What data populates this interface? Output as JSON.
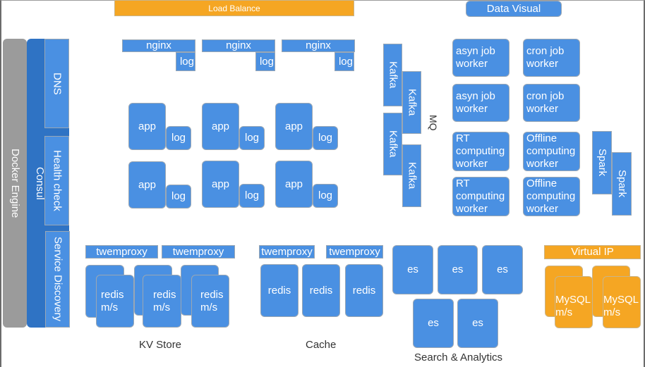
{
  "top": {
    "load_balance": "Load Balance",
    "data_visual": "Data Visual"
  },
  "infra": {
    "docker_engine": "Docker Engine",
    "consul": "Consul",
    "dns": "DNS",
    "health_check": "Health check",
    "service_discovery": "Service Discovery"
  },
  "web": {
    "nginx": "nginx",
    "log": "log",
    "app": "app"
  },
  "mq": {
    "label": "MQ",
    "kafka": "Kafka"
  },
  "workers": {
    "asyn": "asyn job worker",
    "cron": "cron job worker",
    "rt": "RT computing worker",
    "offline": "Offline computing worker",
    "spark": "Spark"
  },
  "kv_store": {
    "label": "KV Store",
    "proxy": "twemproxy",
    "node": "redis m/s"
  },
  "cache": {
    "label": "Cache",
    "proxy": "twemproxy",
    "node": "redis"
  },
  "search": {
    "label": "Search & Analytics",
    "node": "es"
  },
  "db": {
    "vip": "Virtual IP",
    "node": "MySQL m/s"
  }
}
